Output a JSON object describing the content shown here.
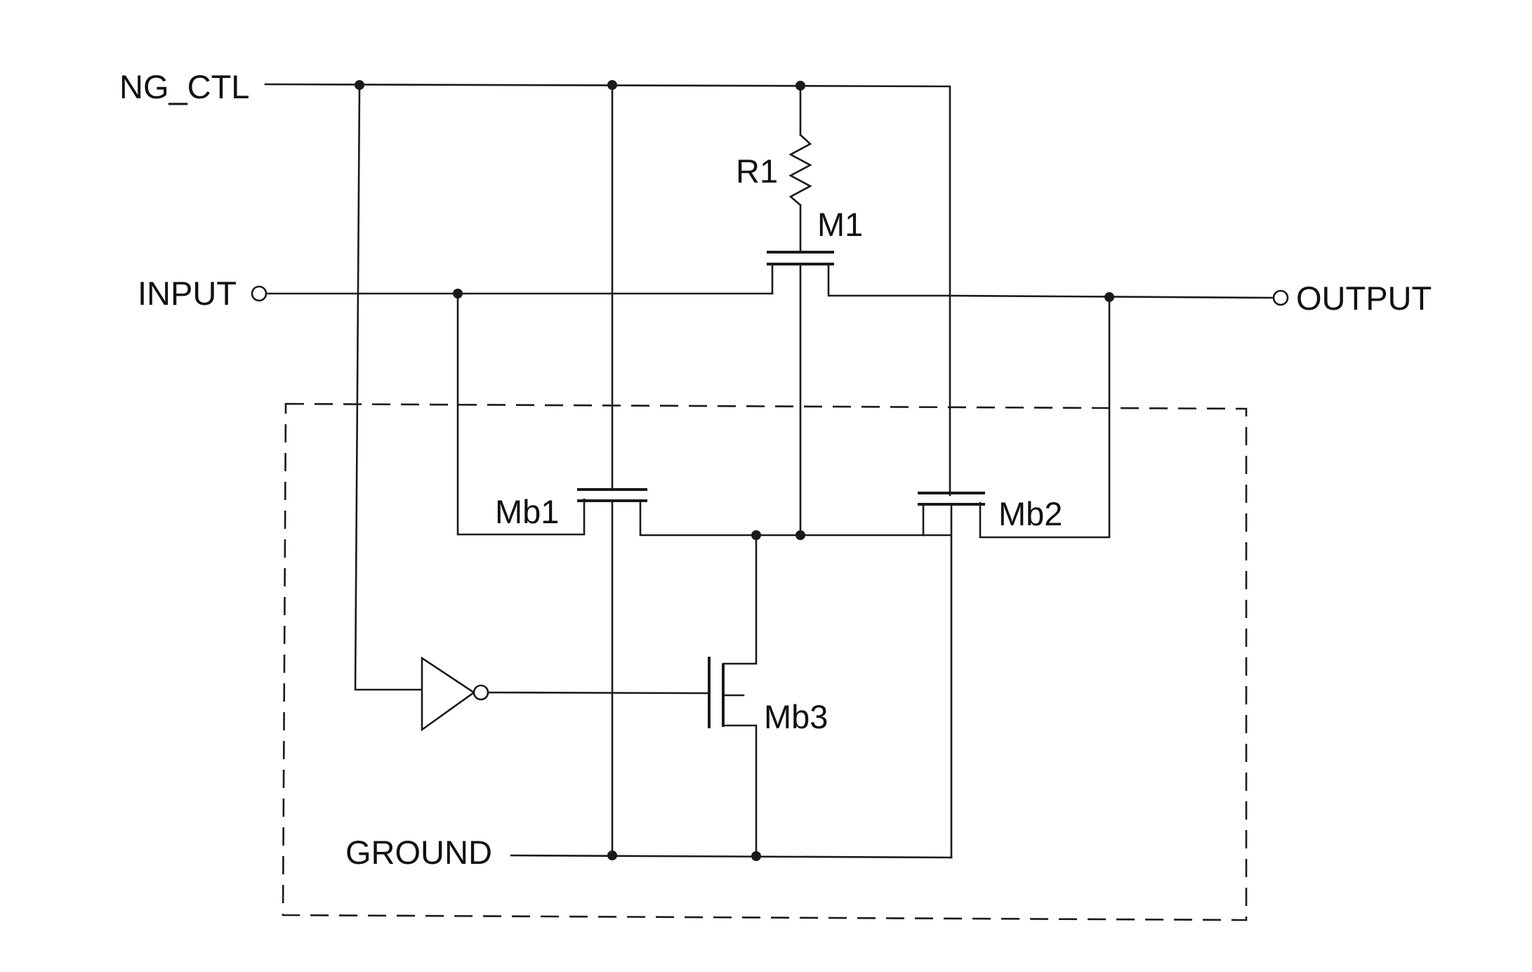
{
  "labels": {
    "ng_ctl": "NG_CTL",
    "input": "INPUT",
    "output": "OUTPUT",
    "ground": "GROUND",
    "r1": "R1",
    "m1": "M1",
    "mb1": "Mb1",
    "mb2": "Mb2",
    "mb3": "Mb3"
  }
}
